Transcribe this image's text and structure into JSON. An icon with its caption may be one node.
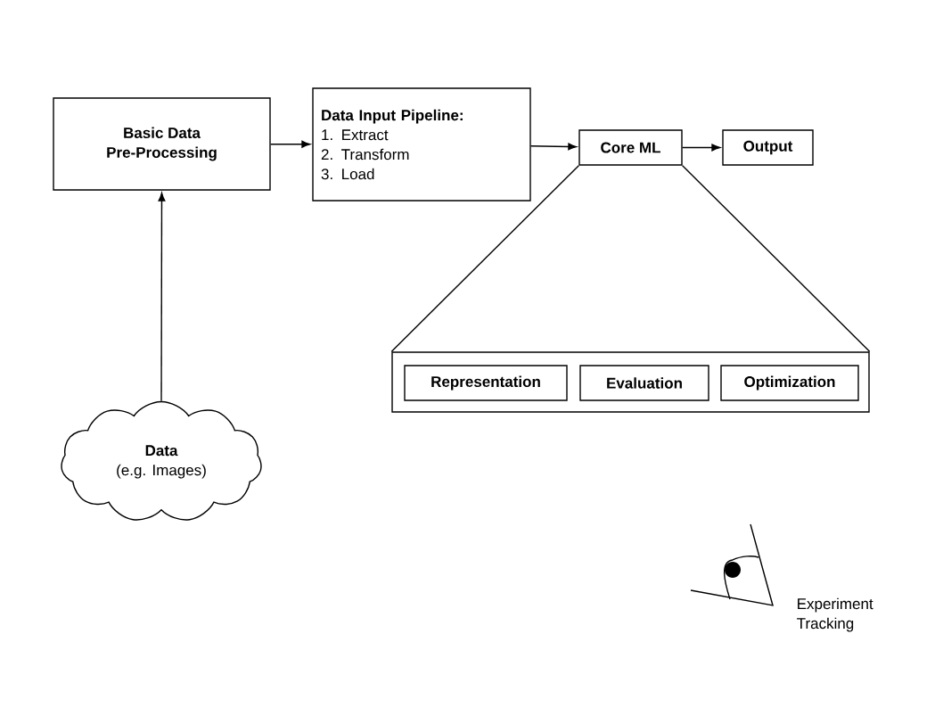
{
  "diagram": {
    "nodes": [
      {
        "text": [
          "Basic Data Pre-Processing"
        ]
      },
      {
        "text": [
          "Data Input Pipeline:",
          "1. Extract",
          "2. Transform",
          "3. Load"
        ]
      },
      {
        "text": [
          "Core ML"
        ]
      },
      {
        "text": [
          "Output"
        ]
      },
      {
        "text": [],
        "shape": "box"
      },
      {
        "text": [
          "Representation"
        ],
        "in": 4
      },
      {
        "text": [
          "Evaluation"
        ],
        "in": 4
      },
      {
        "text": [
          "Optimization"
        ],
        "in": 4
      },
      {
        "text": [
          "Data",
          "(e.g. Images)"
        ]
      }
    ],
    "edges": [
      {
        "from": 8,
        "to": 0,
        "arrow": "to"
      },
      {
        "from": 0,
        "to": 1,
        "arrow": "to"
      },
      {
        "from": 1,
        "to": 2,
        "arrow": "to"
      },
      {
        "from": 2,
        "to": 3,
        "arrow": "to"
      },
      {
        "from": 2,
        "to": 4,
        "arrow": "none"
      },
      {
        "from": 2,
        "to": 4,
        "arrow": "none"
      }
    ],
    "labels": [
      "Experiment Tracking"
    ]
  }
}
